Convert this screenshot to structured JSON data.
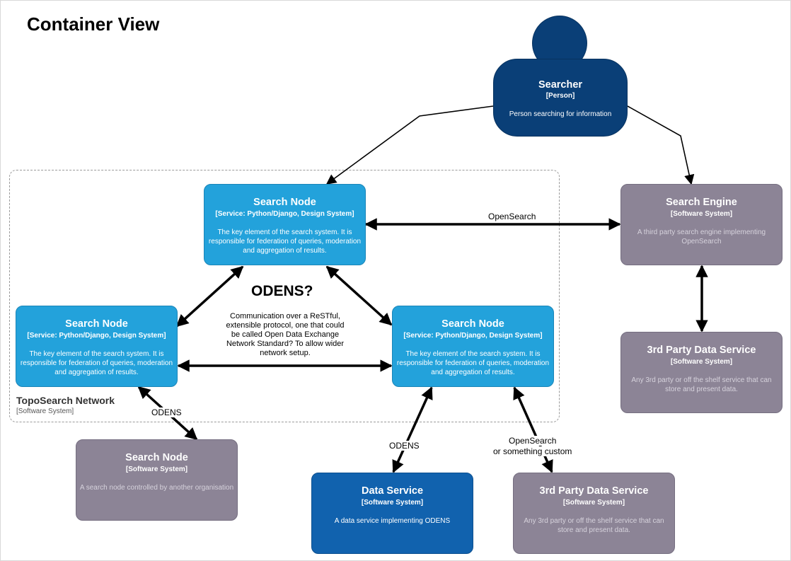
{
  "title": "Container View",
  "boundary": {
    "name": "TopoSearch Network",
    "type": "[Software System]"
  },
  "person": {
    "name": "Searcher",
    "type": "[Person]",
    "desc": "Person searching for information"
  },
  "search_node_top": {
    "name": "Search Node",
    "type": "[Service: Python/Django, Design System]",
    "desc": "The key element of the search system. It is responsible for federation of queries, moderation and aggregation of results."
  },
  "search_node_left": {
    "name": "Search Node",
    "type": "[Service: Python/Django, Design System]",
    "desc": "The key element of the search system. It is responsible for federation of queries, moderation and aggregation of results."
  },
  "search_node_right": {
    "name": "Search Node",
    "type": "[Service: Python/Django, Design System]",
    "desc": "The key element of the search system. It is responsible for federation of queries, moderation and aggregation of results."
  },
  "search_engine": {
    "name": "Search Engine",
    "type": "[Software System]",
    "desc": "A third party search engine implementing OpenSearch"
  },
  "third_party_right": {
    "name": "3rd Party Data Service",
    "type": "[Software System]",
    "desc": "Any 3rd party or off the shelf service that can store and present data."
  },
  "external_node": {
    "name": "Search Node",
    "type": "[Software System]",
    "desc": "A search node controlled by another organisation"
  },
  "data_service": {
    "name": "Data Service",
    "type": "[Software System]",
    "desc": "A data service implementing ODENS"
  },
  "third_party_bottom": {
    "name": "3rd Party Data Service",
    "type": "[Software System]",
    "desc": "Any 3rd party or off the shelf service that can store and present data."
  },
  "odens_note": {
    "title": "ODENS?",
    "text": "Communication over a ReSTful, extensible protocol, one that could be called Open Data Exchange Network Standard? To allow wider network setup."
  },
  "edge_labels": {
    "opensearch": "OpenSearch",
    "odens_external": "ODENS",
    "odens_data": "ODENS",
    "opensearch_custom_1": "OpenSearch",
    "opensearch_custom_2": "or something custom"
  },
  "colors": {
    "node": "#23a2db",
    "external": "#8c8496",
    "data_service": "#1162ae",
    "person": "#0a3f77"
  }
}
